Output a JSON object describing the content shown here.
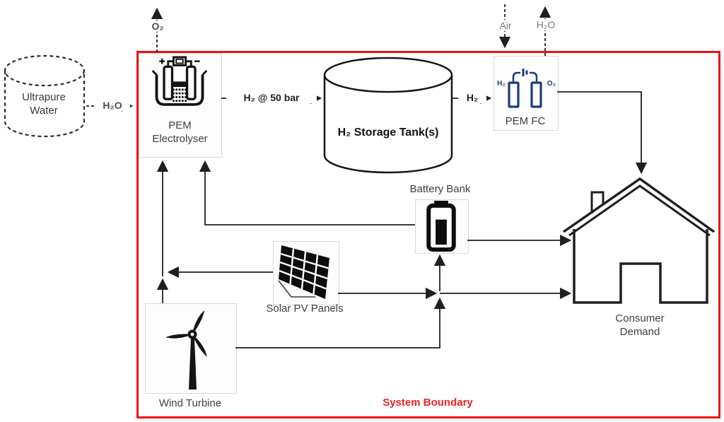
{
  "diagram": {
    "boundary_label": "System Boundary"
  },
  "colors": {
    "boundary_red": "#ee1111",
    "boundary_text_red": "#ee2222",
    "fuel_cell_blue": "#1c3e78",
    "line_black": "#1f1f1f",
    "node_label_gray": "#3f3f3f",
    "flow_label_gray": "#7b7b7b"
  },
  "nodes": {
    "ultrapure_water": {
      "label": "Ultrapure Water"
    },
    "pem_electrolyser": {
      "label": "PEM Electrolyser"
    },
    "h2_storage": {
      "label": "H₂ Storage Tank(s)"
    },
    "pem_fc": {
      "label": "PEM FC",
      "h2_label": "H₂",
      "o2_label": "O₂"
    },
    "battery_bank": {
      "label": "Battery Bank"
    },
    "solar_pv": {
      "label": "Solar PV Panels"
    },
    "wind_turbine": {
      "label": "Wind Turbine"
    },
    "consumer_demand": {
      "label": "Consumer Demand"
    }
  },
  "flows": {
    "o2_out": "O₂",
    "h2o_in": "H₂O",
    "h2_50bar": "H₂ @ 50 bar",
    "h2_to_fc": "H₂",
    "air_in": "Air",
    "h2o_out": "H₂O"
  }
}
